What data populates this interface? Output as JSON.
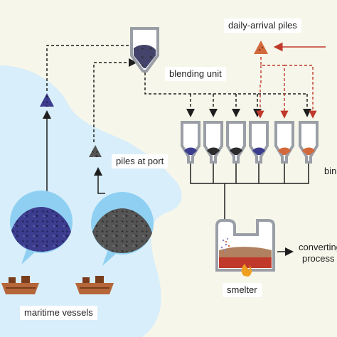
{
  "labels": {
    "daily_arrival_piles": "daily-arrival piles",
    "blending_unit": "blending unit",
    "piles_at_port": "piles at port",
    "bins": "bin",
    "converting_process": "converting",
    "converting_process_2": "process",
    "smelter": "smelter",
    "maritime_vessels": "maritime vessels"
  },
  "colors": {
    "sea": "#d8eefa",
    "land": "#f6f6ea",
    "bubble": "#8fd0f2",
    "navy_ore": "#3d3d8f",
    "dark_ore": "#555555",
    "orange_ore": "#d2693c",
    "red_arrow": "#c0392b",
    "ship_hull": "#b5673a",
    "bin_gray": "#9a9ea6"
  }
}
